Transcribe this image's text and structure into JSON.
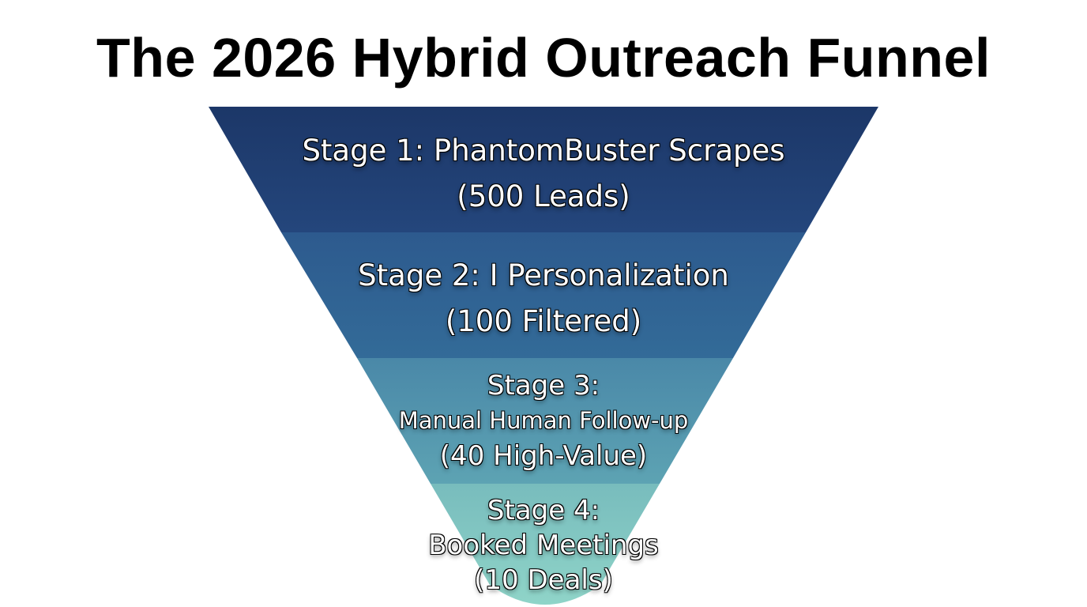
{
  "title": "The 2026 Hybrid Outreach Funnel",
  "colors": {
    "stage1": "#1f3d70",
    "stage2": "#2f5f92",
    "stage3": "#4f8eab",
    "stage4": "#7ec3c0",
    "background": "#ffffff",
    "title": "#000000"
  },
  "stages": [
    {
      "lines": [
        "Stage 1: PhantomBuster Scrapes",
        "(500 Leads)"
      ],
      "count": 500
    },
    {
      "lines": [
        "Stage 2: I Personalization",
        "(100 Filtered)"
      ],
      "count": 100
    },
    {
      "lines": [
        "Stage 3:",
        "Manual Human Follow-up",
        "(40 High-Value)"
      ],
      "count": 40
    },
    {
      "lines": [
        "Stage 4:",
        "Booked Meetings",
        "(10 Deals)"
      ],
      "count": 10
    }
  ]
}
